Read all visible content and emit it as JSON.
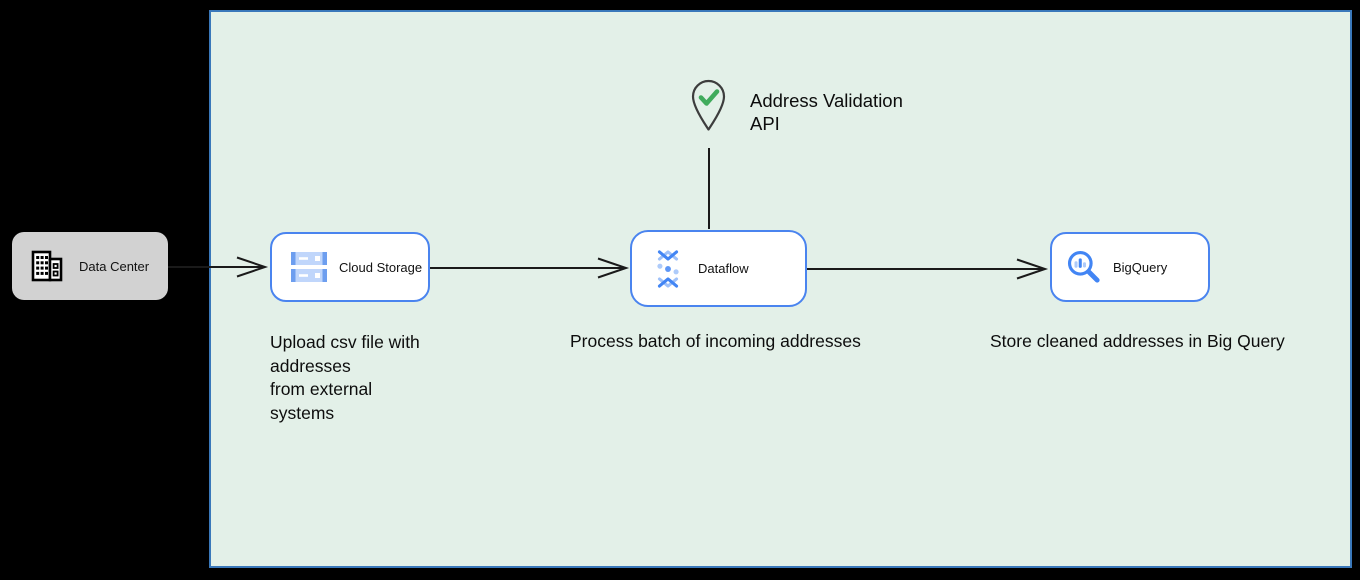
{
  "nodes": {
    "data_center": {
      "label": "Data Center",
      "icon": "building-icon"
    },
    "cloud_storage": {
      "label": "Cloud Storage",
      "icon": "cloud-storage-icon"
    },
    "dataflow": {
      "label": "Dataflow",
      "icon": "dataflow-icon"
    },
    "bigquery": {
      "label": "BigQuery",
      "icon": "bigquery-icon"
    }
  },
  "pin": {
    "icon": "map-pin-check-icon",
    "label_line1": "Address Validation",
    "label_line2": "API"
  },
  "captions": {
    "cloud_storage": {
      "lines": [
        "Upload csv file with",
        "addresses",
        "from external",
        "systems"
      ]
    },
    "dataflow": "Process batch of incoming addresses",
    "bigquery": "Store cleaned addresses in Big Query"
  },
  "colors": {
    "page_background": "#000000",
    "diagram_fill": "#e3f0e8",
    "diagram_border": "#3a78ba",
    "node_border": "#4a84ef",
    "node_fill": "#ffffff",
    "data_center_fill": "#d2d2d2",
    "arrow": "#1a1a1a",
    "pin_outline": "#3d3d3d",
    "check_green": "#40ab5c",
    "icon_blue": "#4285f4",
    "icon_blue_medium": "#6d9eef",
    "icon_blue_light": "#aecbfa"
  }
}
